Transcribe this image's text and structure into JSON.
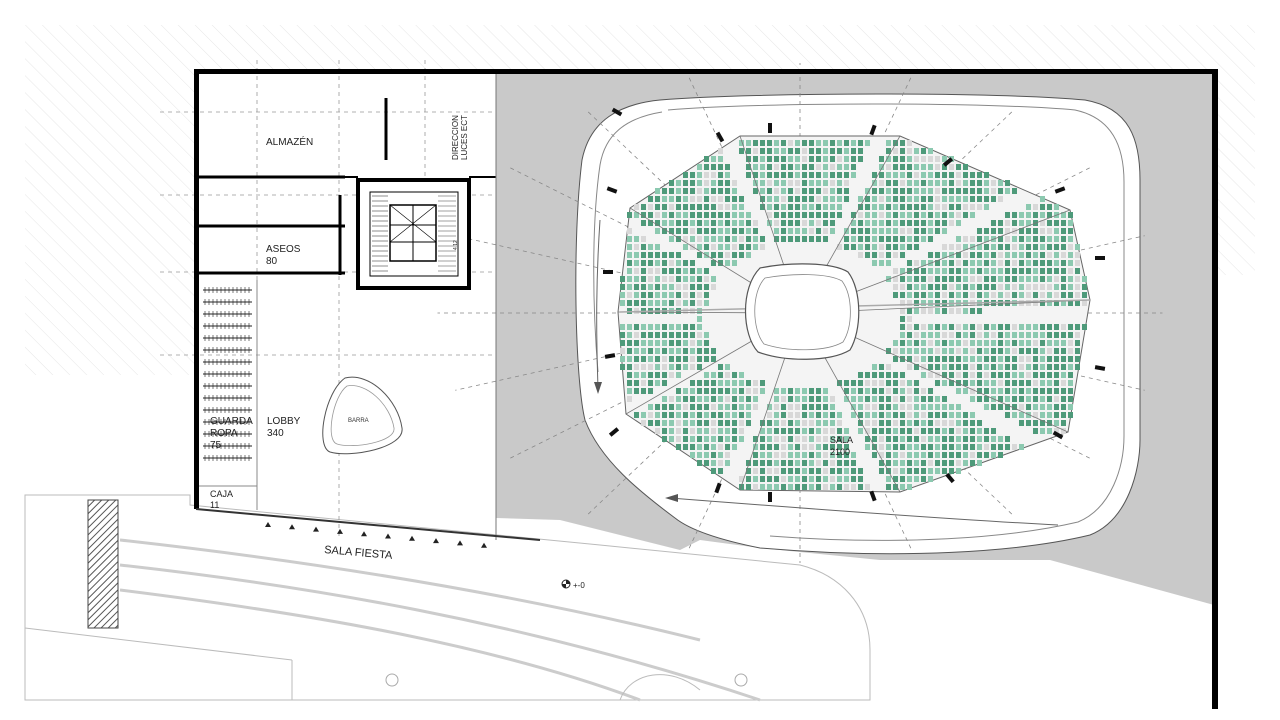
{
  "rooms": {
    "almacen": "ALMAZÉN",
    "direccion_line1": "DIRECCION",
    "direccion_line2": "LUCES ECT",
    "aseos": "ASEOS",
    "aseos_area": "80",
    "guarda_line1": "GUARDA",
    "guarda_line2": "ROPA",
    "guarda_area": "75",
    "lobby": "LOBBY",
    "lobby_area": "340",
    "barra": "BARRA",
    "caja": "CAJA",
    "caja_area": "11",
    "sala": "SALA",
    "sala_area": "2100",
    "sala_fiesta": "SALA FIESTA",
    "level": "+-0",
    "stair_dim": "4.12"
  },
  "colors": {
    "seat_dark": "#4e9a7a",
    "seat_light": "#8cc9b0",
    "seat_grey": "#d8d8d8",
    "grey_zone": "#c9c9c9",
    "wall": "#000000"
  }
}
